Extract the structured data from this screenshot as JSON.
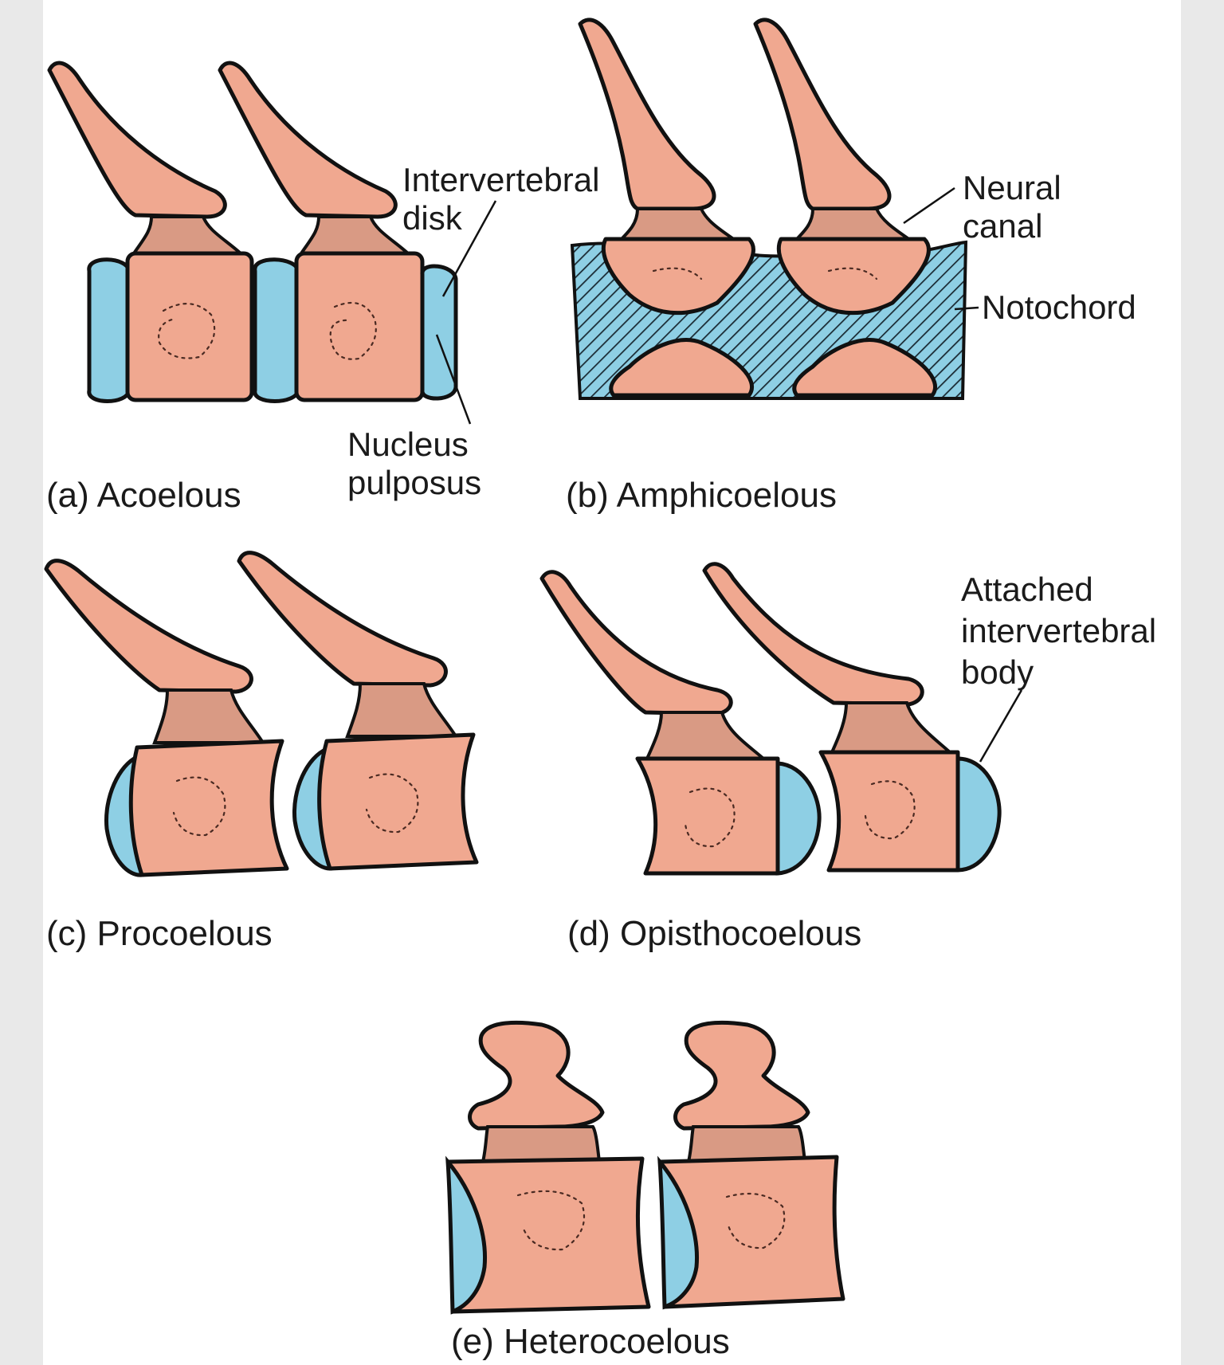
{
  "colors": {
    "bone": "#f0a890",
    "cartilage": "#8ecfe4",
    "page": "#ffffff",
    "margin": "#e9e9e9",
    "outline": "#111111"
  },
  "panels": {
    "a": {
      "caption": "(a) Acoelous",
      "intervertebral_disk": [
        "Intervertebral",
        "disk"
      ],
      "nucleus_pulposus": [
        "Nucleus",
        "pulposus"
      ]
    },
    "b": {
      "caption": "(b) Amphicoelous",
      "neural_canal": [
        "Neural",
        "canal"
      ],
      "notochord": "Notochord"
    },
    "c": {
      "caption": "(c) Procoelous"
    },
    "d": {
      "caption": "(d) Opisthocoelous",
      "attached_intervertebral_body": [
        "Attached",
        "intervertebral",
        "body"
      ]
    },
    "e": {
      "caption": "(e) Heterocoelous"
    }
  }
}
